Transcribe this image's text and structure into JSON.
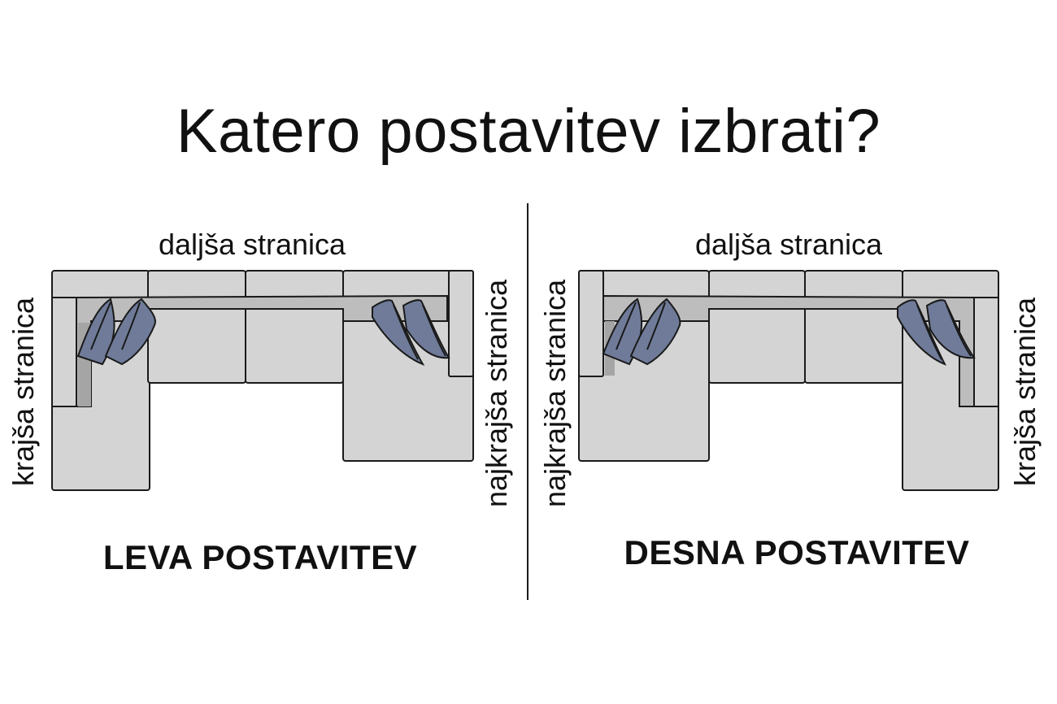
{
  "title": "Katero postavitev izbrati?",
  "left": {
    "top_label": "daljša stranica",
    "left_side_label": "krajša stranica",
    "right_side_label": "najkrajša stranica",
    "caption": "LEVA POSTAVITEV"
  },
  "right": {
    "top_label": "daljša stranica",
    "left_side_label": "najkrajša stranica",
    "right_side_label": "krajša stranica",
    "caption": "DESNA POSTAVITEV"
  },
  "colors": {
    "upholstery": "#d4d4d4",
    "pillow": "#6f7b99",
    "outline": "#1a1a1a"
  }
}
